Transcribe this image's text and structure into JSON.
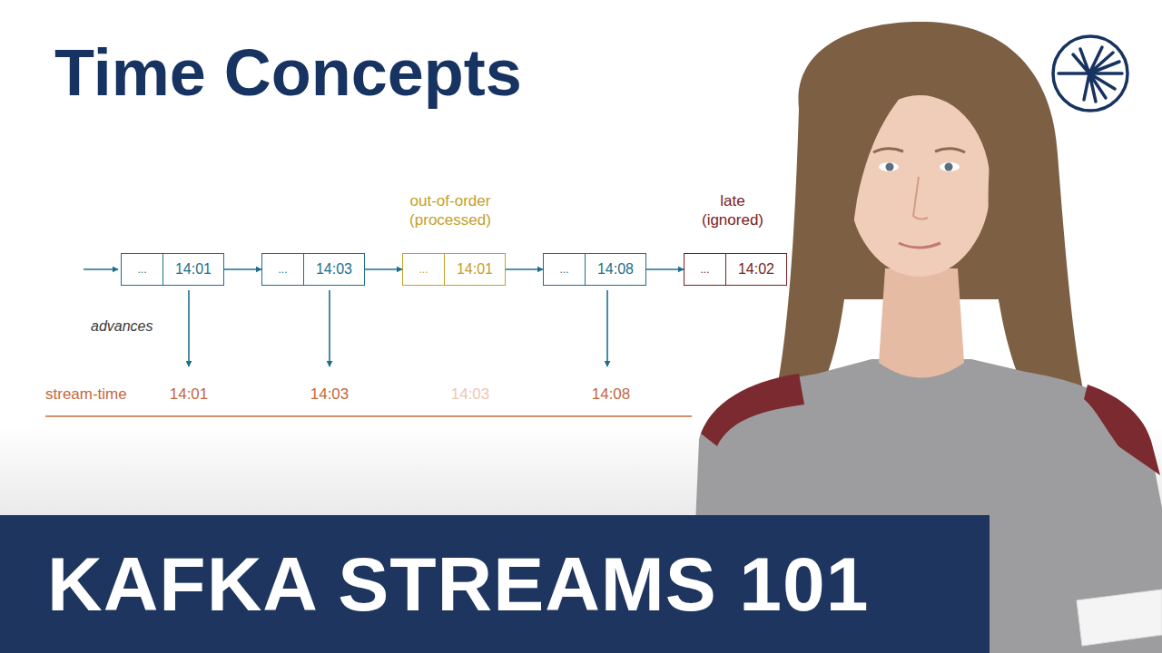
{
  "diagram": {
    "title": "Time Concepts",
    "nodes": [
      {
        "text": [
          "...",
          "14:01"
        ]
      },
      {
        "text": [
          "...",
          "14:03"
        ]
      },
      {
        "text": [
          "...",
          "14:01"
        ]
      },
      {
        "text": [
          "...",
          "14:08"
        ]
      },
      {
        "text": [
          "...",
          "14:02"
        ]
      },
      {
        "text": [
          "KAFKA STREAMS 101"
        ]
      }
    ],
    "edges": [
      {
        "from": 0,
        "to": 1,
        "arrow": "to"
      },
      {
        "from": 1,
        "to": 2,
        "arrow": "to"
      },
      {
        "from": 2,
        "to": 3,
        "arrow": "to"
      },
      {
        "from": 3,
        "to": 4,
        "arrow": "to"
      }
    ],
    "labels": [
      "out-of-order (processed)",
      "late (ignored)",
      "advances",
      "stream-time",
      "14:01",
      "14:03",
      "14:03",
      "14:08"
    ]
  }
}
